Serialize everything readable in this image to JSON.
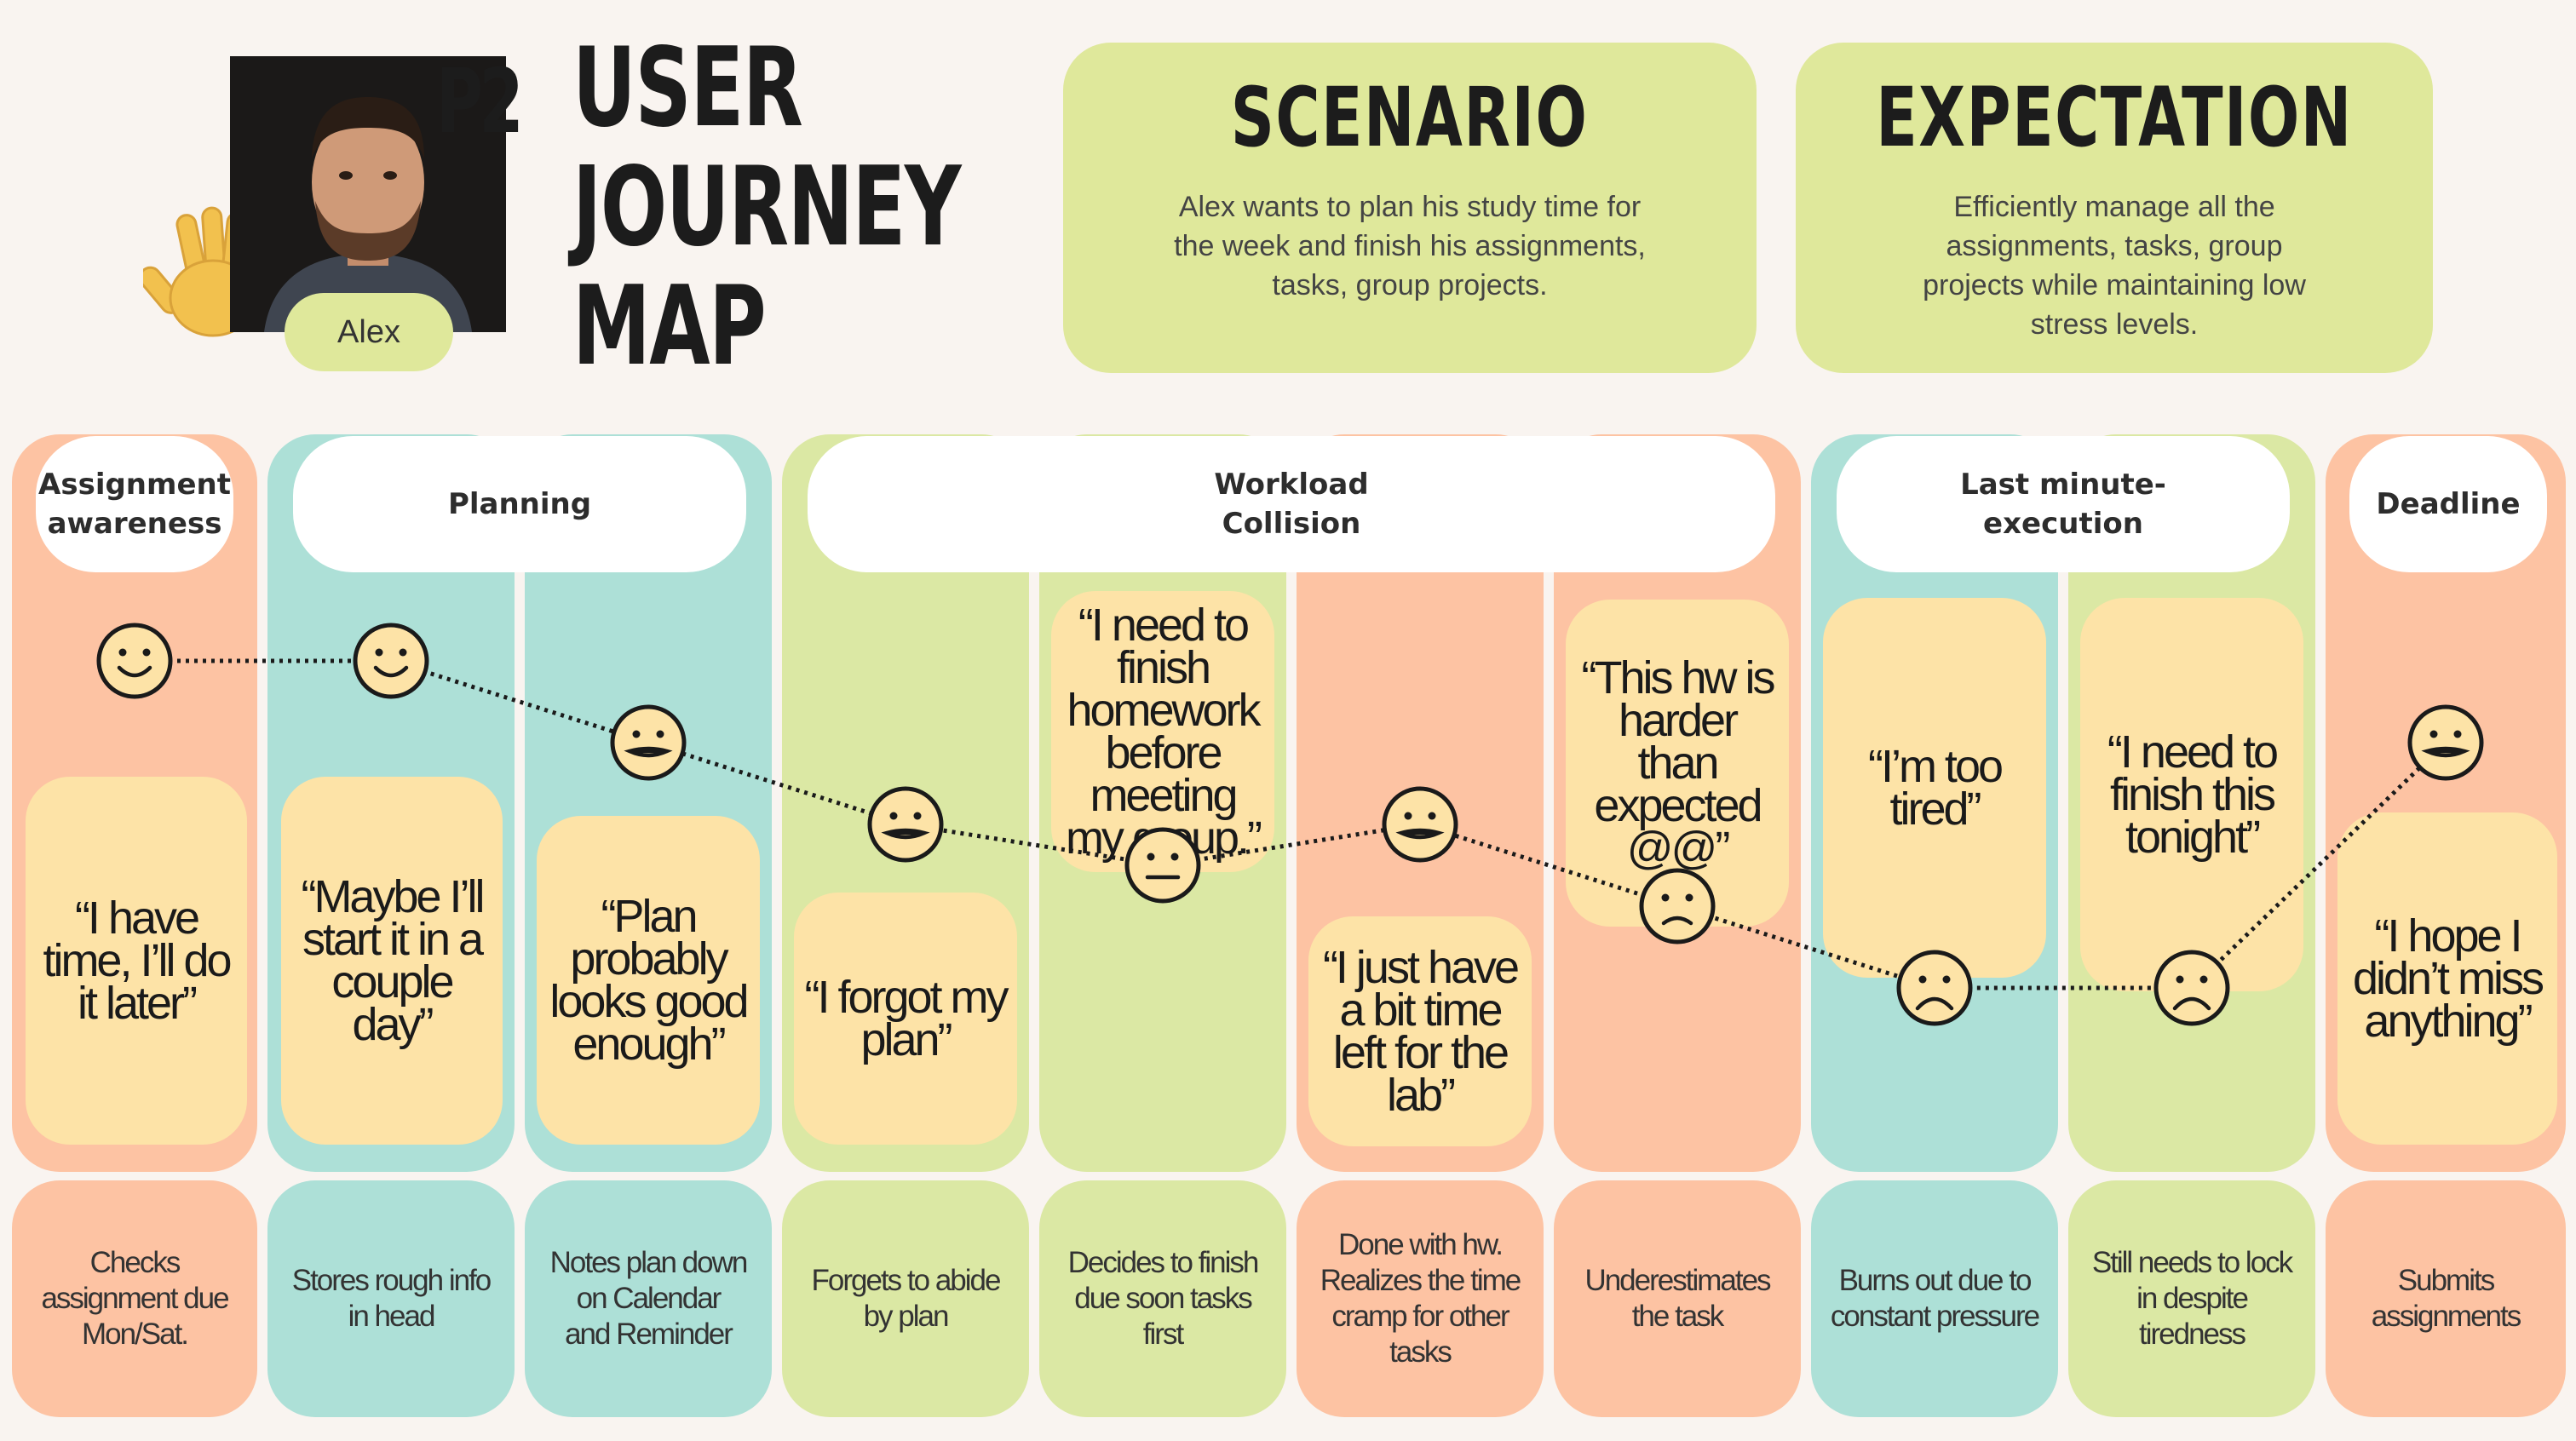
{
  "persona": {
    "id": "P2",
    "name": "Alex"
  },
  "title_lines": [
    "USER",
    "JOURNEY",
    "MAP"
  ],
  "scenario": {
    "title": "SCENARIO",
    "text": "Alex wants to plan his study time for\nthe week and finish his assignments,\ntasks, group projects."
  },
  "expectation": {
    "title": "EXPECTATION",
    "text": "Efficiently manage all the\nassignments, tasks, group\nprojects while maintaining low\nstress levels."
  },
  "phases": [
    {
      "label": "Assignment\nawareness"
    },
    {
      "label": "Planning"
    },
    {
      "label": "Workload\nCollision"
    },
    {
      "label": "Last minute-\nexecution"
    },
    {
      "label": "Deadline"
    }
  ],
  "steps": [
    {
      "quote": "“I have\ntime, I’ll do\nit later”",
      "action": "Checks\nassignment due\nMon/Sat.",
      "emotion": "happy",
      "mood": 5
    },
    {
      "quote": "“Maybe I’ll\nstart it in a\ncouple\nday”",
      "action": "Stores rough info\nin head",
      "emotion": "happy",
      "mood": 5
    },
    {
      "quote": "“Plan\nprobably\nlooks good\nenough”",
      "action": "Notes plan down\non Calendar\nand Reminder",
      "emotion": "grimace",
      "mood": 4
    },
    {
      "quote": "“I forgot my\nplan”",
      "action": "Forgets to abide\nby plan",
      "emotion": "grimace",
      "mood": 3
    },
    {
      "quote": "“I need to\nfinish\nhomework\nbefore\nmeeting\nmy group.”",
      "action": "Decides to finish\ndue soon tasks\nfirst",
      "emotion": "neutral",
      "mood": 2.5
    },
    {
      "quote": "“I just have\na bit time\nleft for the\nlab”",
      "action": "Done with hw.\nRealizes the time\ncramp for other\ntasks",
      "emotion": "grimace",
      "mood": 3
    },
    {
      "quote": "“This hw is\nharder than\nexpected\n@@”",
      "action": "Underestimates\nthe task",
      "emotion": "worried",
      "mood": 2
    },
    {
      "quote": "“I’m too\ntired”",
      "action": "Burns out due to\nconstant pressure",
      "emotion": "sad",
      "mood": 1
    },
    {
      "quote": "“I need to\nfinish this\ntonight”",
      "action": "Still needs to lock\nin despite\ntiredness",
      "emotion": "sad",
      "mood": 1
    },
    {
      "quote": "“I hope I\ndidn’t miss\nanything”",
      "action": "Submits\nassignments",
      "emotion": "grimace",
      "mood": 4
    }
  ],
  "colors": {
    "peach": "#fdc3a3",
    "teal": "#ade0d7",
    "lime": "#dbe8a4",
    "quote_bg": "#fde3a7",
    "card_bg": "#dfe89b",
    "background": "#f9f4f0"
  }
}
